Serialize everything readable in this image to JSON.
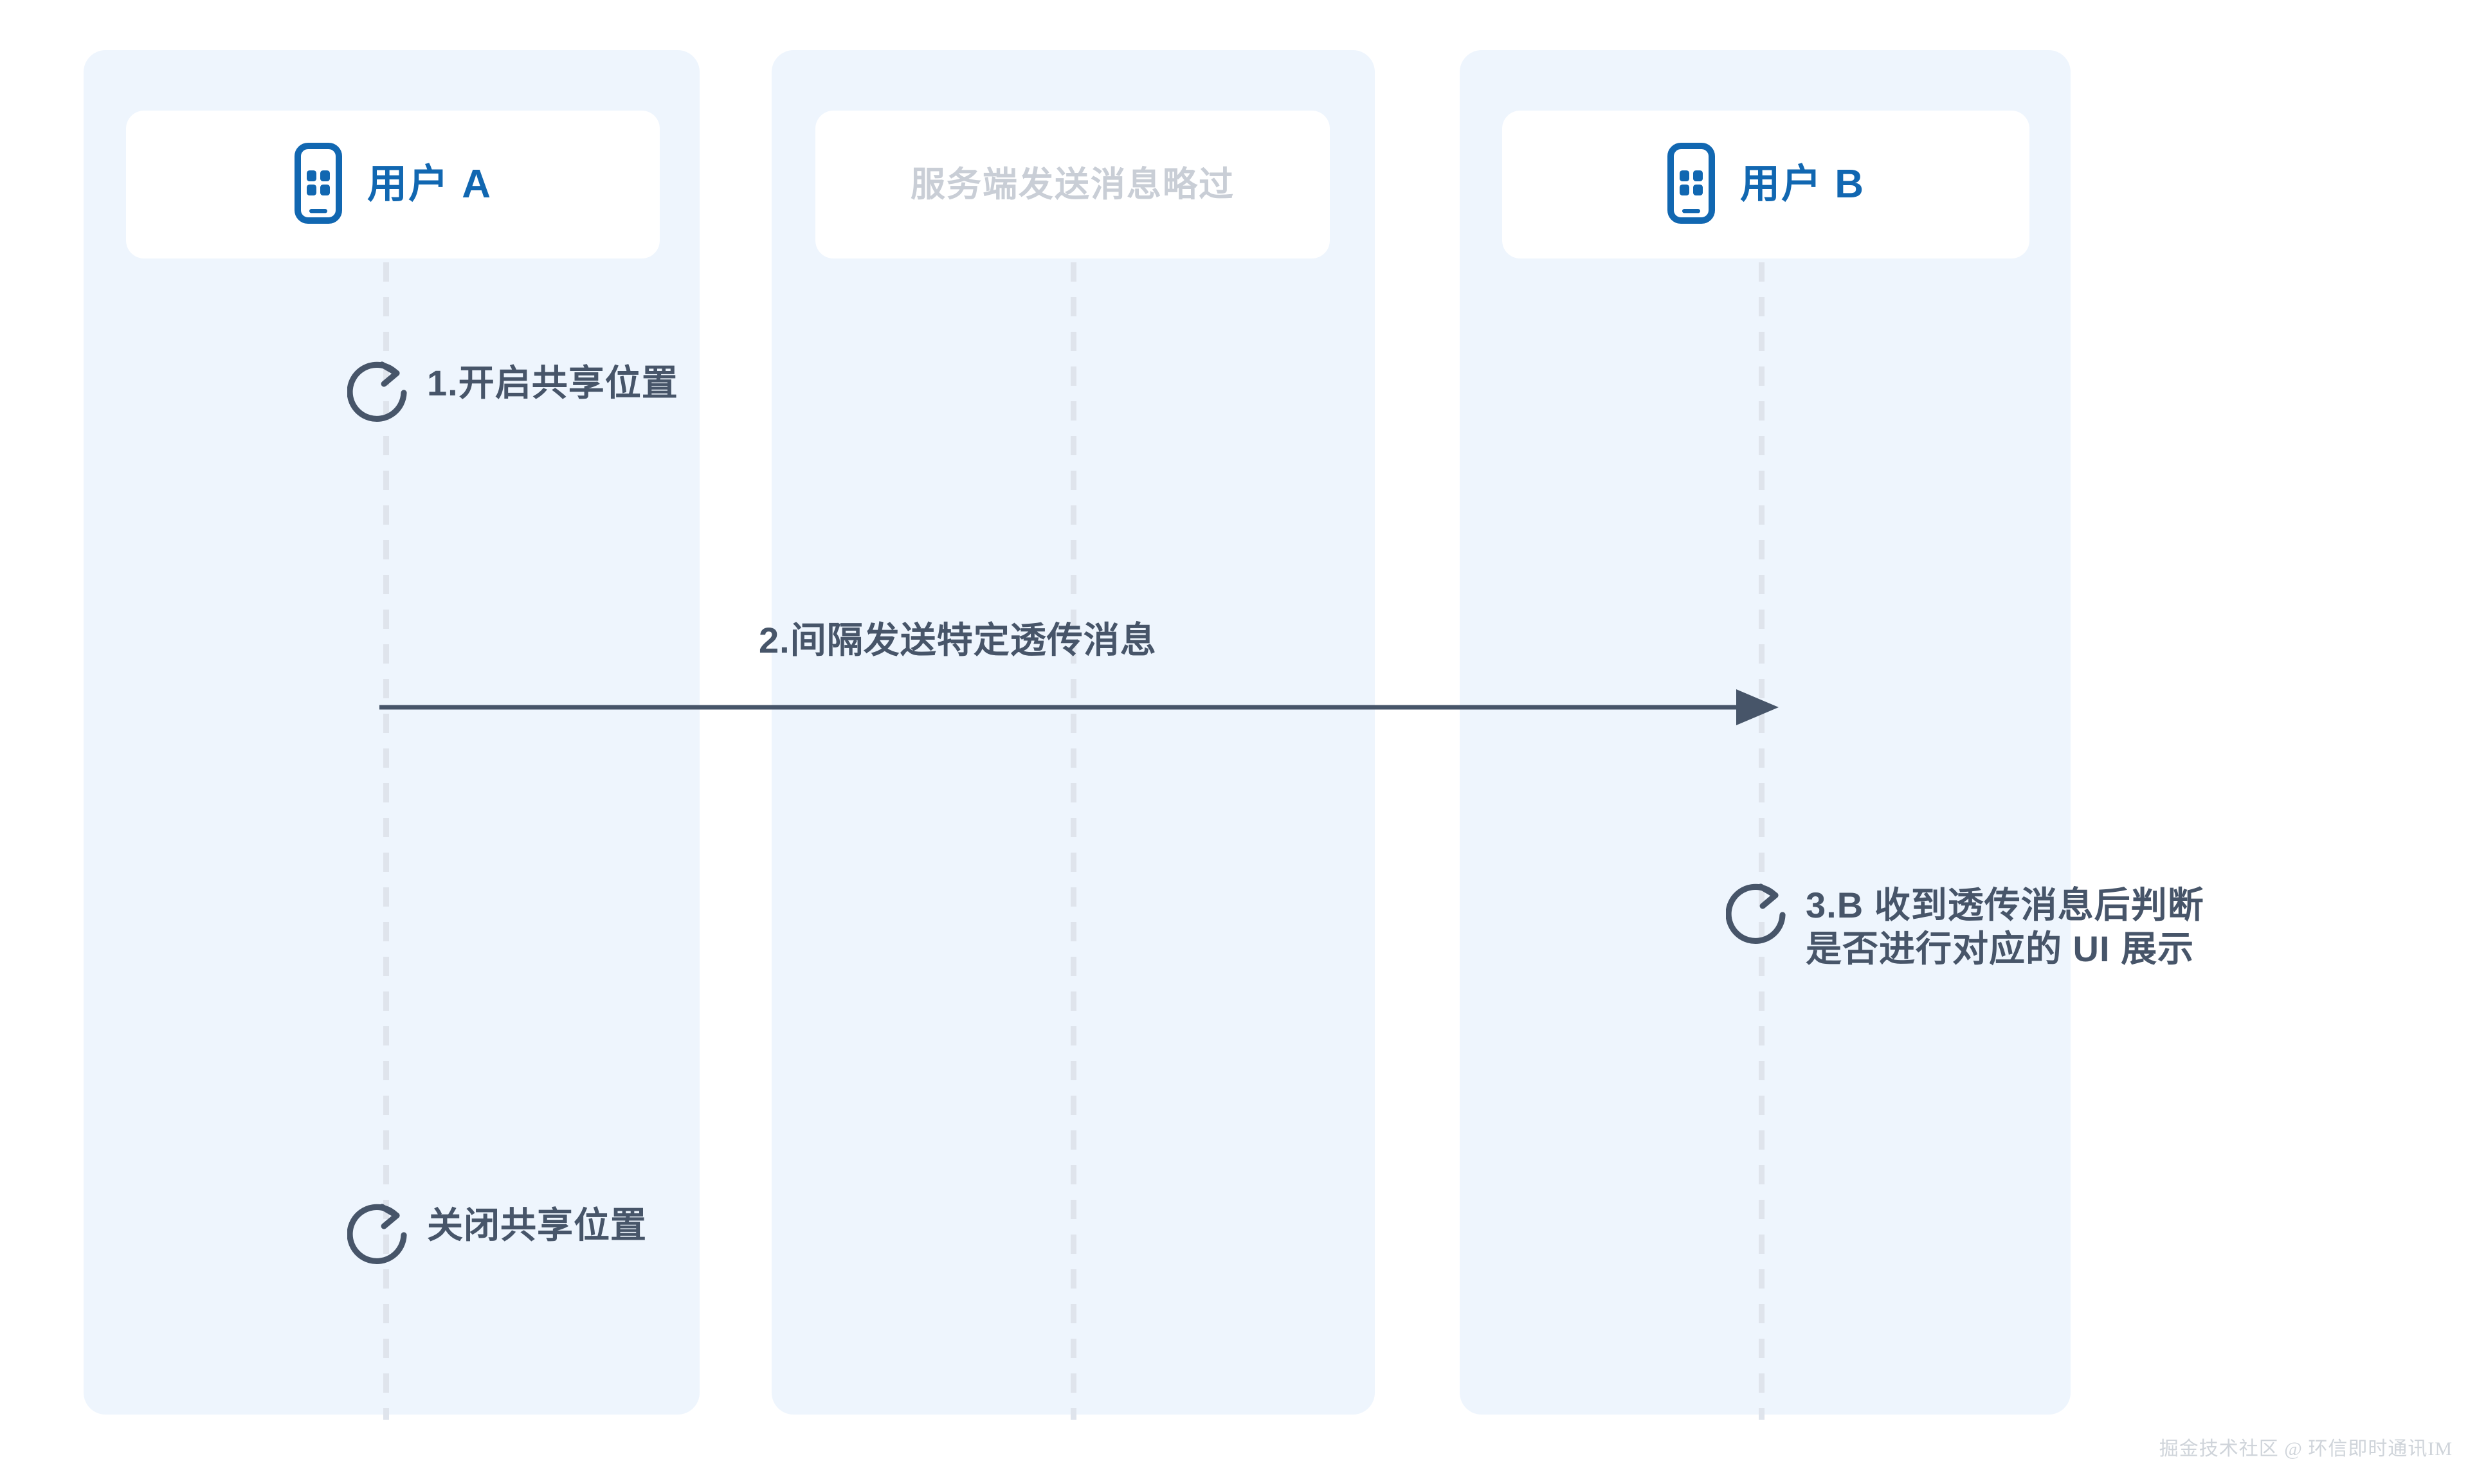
{
  "diagram": {
    "type": "sequence-diagram",
    "title": "",
    "background_color": "#ffffff",
    "lane_color": "#eef5fd",
    "accent_color": "#1167b1",
    "text_color": "#475569",
    "muted_color": "#c9ced6",
    "lifeline_color": "#dfe4ec"
  },
  "lanes": [
    {
      "id": "user-a",
      "label": "用户 A",
      "icon": "phone-icon",
      "muted": false
    },
    {
      "id": "server",
      "label": "服务端发送消息略过",
      "icon": "none",
      "muted": true
    },
    {
      "id": "user-b",
      "label": "用户 B",
      "icon": "phone-icon",
      "muted": false
    }
  ],
  "steps": [
    {
      "id": "step-open-share",
      "kind": "self-loop",
      "lane": "user-a",
      "icon": "loop-arrow-icon",
      "label": "1.开启共享位置"
    },
    {
      "id": "step-send-message",
      "kind": "message",
      "from": "user-a",
      "to": "user-b",
      "icon": "arrow-right-icon",
      "label": "2.间隔发送特定透传消息"
    },
    {
      "id": "step-b-handle",
      "kind": "self-loop",
      "lane": "user-b",
      "icon": "loop-arrow-icon",
      "label": "3.B 收到透传消息后判断\n是否进行对应的 UI 展示"
    },
    {
      "id": "step-close-share",
      "kind": "self-loop",
      "lane": "user-a",
      "icon": "loop-arrow-icon",
      "label": "关闭共享位置"
    }
  ],
  "watermark": {
    "text": "掘金技术社区 @ 环信即时通讯IM"
  }
}
